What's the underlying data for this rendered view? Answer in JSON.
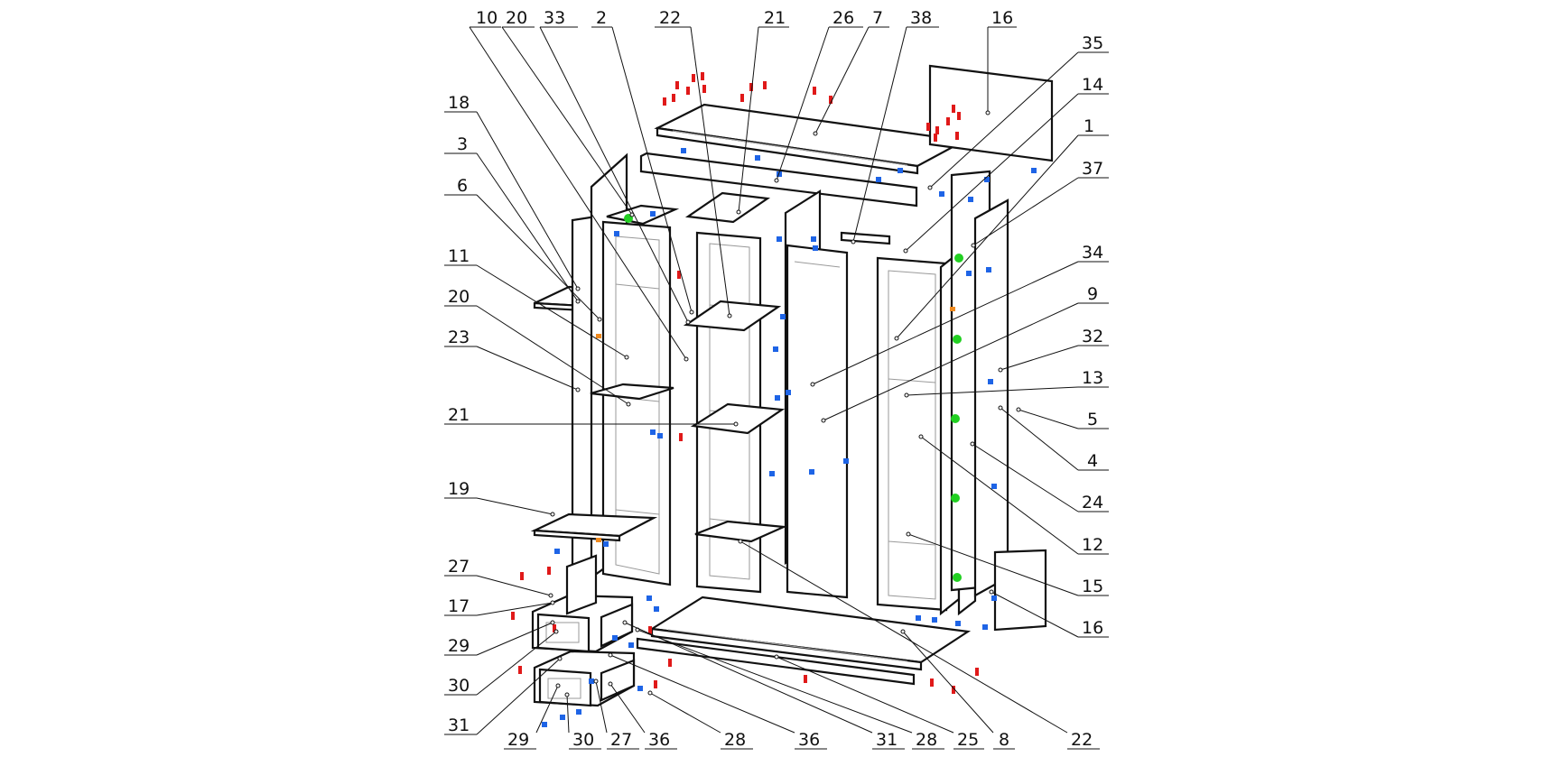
{
  "diagram": {
    "callouts": [
      {
        "id": "c-10a",
        "label": "10"
      },
      {
        "id": "c-20a",
        "label": "20"
      },
      {
        "id": "c-33",
        "label": "33"
      },
      {
        "id": "c-2",
        "label": "2"
      },
      {
        "id": "c-22a",
        "label": "22"
      },
      {
        "id": "c-21a",
        "label": "21"
      },
      {
        "id": "c-26",
        "label": "26"
      },
      {
        "id": "c-7",
        "label": "7"
      },
      {
        "id": "c-38",
        "label": "38"
      },
      {
        "id": "c-16a",
        "label": "16"
      },
      {
        "id": "c-35",
        "label": "35"
      },
      {
        "id": "c-14",
        "label": "14"
      },
      {
        "id": "c-1",
        "label": "1"
      },
      {
        "id": "c-37",
        "label": "37"
      },
      {
        "id": "c-34",
        "label": "34"
      },
      {
        "id": "c-9",
        "label": "9"
      },
      {
        "id": "c-32",
        "label": "32"
      },
      {
        "id": "c-13",
        "label": "13"
      },
      {
        "id": "c-5",
        "label": "5"
      },
      {
        "id": "c-4",
        "label": "4"
      },
      {
        "id": "c-24",
        "label": "24"
      },
      {
        "id": "c-12",
        "label": "12"
      },
      {
        "id": "c-15",
        "label": "15"
      },
      {
        "id": "c-16b",
        "label": "16"
      },
      {
        "id": "c-22b",
        "label": "22"
      },
      {
        "id": "c-8",
        "label": "8"
      },
      {
        "id": "c-25",
        "label": "25"
      },
      {
        "id": "c-28a",
        "label": "28"
      },
      {
        "id": "c-31a",
        "label": "31"
      },
      {
        "id": "c-36a",
        "label": "36"
      },
      {
        "id": "c-28b",
        "label": "28"
      },
      {
        "id": "c-36b",
        "label": "36"
      },
      {
        "id": "c-27a",
        "label": "27"
      },
      {
        "id": "c-30a",
        "label": "30"
      },
      {
        "id": "c-29a",
        "label": "29"
      },
      {
        "id": "c-31b",
        "label": "31"
      },
      {
        "id": "c-30b",
        "label": "30"
      },
      {
        "id": "c-29b",
        "label": "29"
      },
      {
        "id": "c-17",
        "label": "17"
      },
      {
        "id": "c-27b",
        "label": "27"
      },
      {
        "id": "c-19",
        "label": "19"
      },
      {
        "id": "c-21b",
        "label": "21"
      },
      {
        "id": "c-23",
        "label": "23"
      },
      {
        "id": "c-20b",
        "label": "20"
      },
      {
        "id": "c-11",
        "label": "11"
      },
      {
        "id": "c-6",
        "label": "6"
      },
      {
        "id": "c-3",
        "label": "3"
      },
      {
        "id": "c-18",
        "label": "18"
      }
    ],
    "colors": {
      "line": "#111111",
      "fitting_red": "#e01919",
      "fitting_blue": "#1e64e6",
      "fitting_green": "#22d022",
      "fitting_orange": "#f08a1e"
    }
  }
}
